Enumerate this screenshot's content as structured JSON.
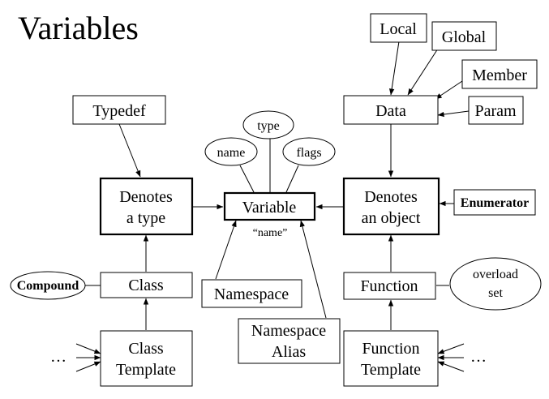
{
  "title": "Variables",
  "nodes": {
    "local": "Local",
    "global": "Global",
    "member": "Member",
    "param": "Param",
    "data": "Data",
    "typedef": "Typedef",
    "type_attr": "type",
    "name_attr": "name",
    "flags_attr": "flags",
    "denotes_type": [
      "Denotes",
      "a type"
    ],
    "variable": "Variable",
    "variable_name": "“name”",
    "denotes_object": [
      "Denotes",
      "an object"
    ],
    "enumerator": "Enumerator",
    "compound": "Compound",
    "class": "Class",
    "namespace": "Namespace",
    "namespace_alias": [
      "Namespace",
      "Alias"
    ],
    "function": "Function",
    "overload_set": [
      "overload",
      "set"
    ],
    "class_template": [
      "Class",
      "Template"
    ],
    "function_template": [
      "Function",
      "Template"
    ],
    "ellipsis_left": "…",
    "ellipsis_right": "…"
  }
}
